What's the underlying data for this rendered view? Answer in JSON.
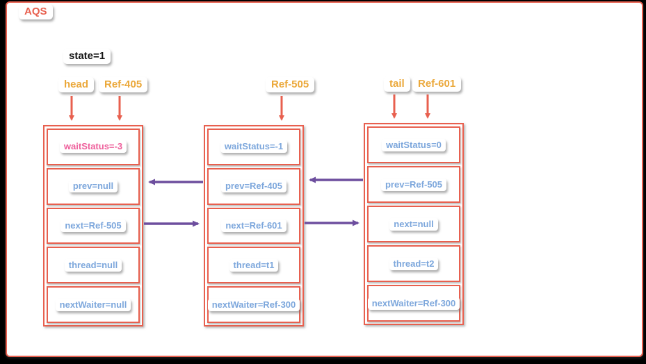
{
  "diagram_title": "AQS",
  "state_label": "state=1",
  "colors": {
    "border_red": "#E8604F",
    "arrow_purple": "#6D4E9E",
    "label_amber": "#EBA83A",
    "value_blue": "#7DA7DC",
    "value_pink": "#EE5F9B",
    "title_red": "#E8604F",
    "state_black": "#141414"
  },
  "pointer_labels": {
    "head": "head",
    "ref405": "Ref-405",
    "ref505": "Ref-505",
    "tail": "tail",
    "ref601": "Ref-601"
  },
  "nodes": [
    {
      "id": "node-405",
      "cells": [
        {
          "field": "waitStatus",
          "text": "waitStatus=-3"
        },
        {
          "field": "prev",
          "text": "prev=null"
        },
        {
          "field": "next",
          "text": "next=Ref-505"
        },
        {
          "field": "thread",
          "text": "thread=null"
        },
        {
          "field": "nextWaiter",
          "text": "nextWaiter=null"
        }
      ]
    },
    {
      "id": "node-505",
      "cells": [
        {
          "field": "waitStatus",
          "text": "waitStatus=-1"
        },
        {
          "field": "prev",
          "text": "prev=Ref-405"
        },
        {
          "field": "next",
          "text": "next=Ref-601"
        },
        {
          "field": "thread",
          "text": "thread=t1"
        },
        {
          "field": "nextWaiter",
          "text": "nextWaiter=Ref-300"
        }
      ]
    },
    {
      "id": "node-601",
      "cells": [
        {
          "field": "waitStatus",
          "text": "waitStatus=0"
        },
        {
          "field": "prev",
          "text": "prev=Ref-505"
        },
        {
          "field": "next",
          "text": "next=null"
        },
        {
          "field": "thread",
          "text": "thread=t2"
        },
        {
          "field": "nextWaiter",
          "text": "nextWaiter=Ref-300"
        }
      ]
    }
  ]
}
